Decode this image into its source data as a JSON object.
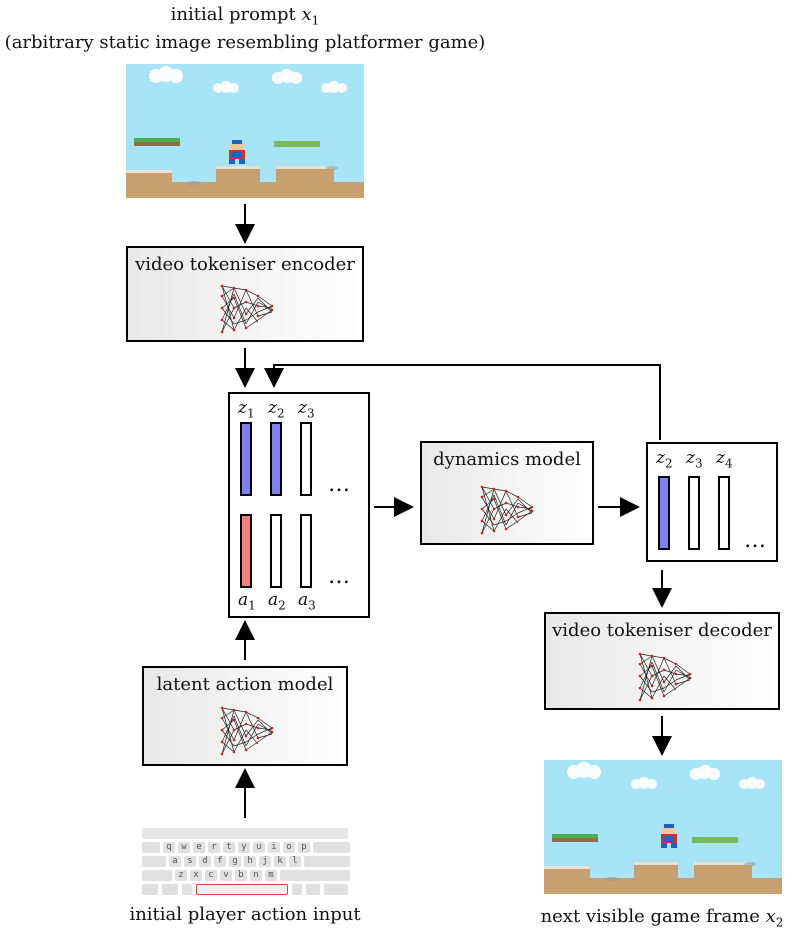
{
  "top_title_line1": "initial prompt",
  "top_title_var": "x",
  "top_title_sub": "1",
  "top_title_line2": "(arbitrary static image resembling platformer game)",
  "encoder_label": "video tokeniser encoder",
  "decoder_label": "video tokeniser decoder",
  "dynamics_label": "dynamics model",
  "lam_label": "latent action model",
  "bottom_left_label": "initial player action input",
  "bottom_right_label": "next visible game frame",
  "bottom_right_var": "x",
  "bottom_right_sub": "2",
  "tokens_in": {
    "z": [
      {
        "v": "z",
        "s": "1"
      },
      {
        "v": "z",
        "s": "2"
      },
      {
        "v": "z",
        "s": "3"
      }
    ],
    "a": [
      {
        "v": "a",
        "s": "1"
      },
      {
        "v": "a",
        "s": "2"
      },
      {
        "v": "a",
        "s": "3"
      }
    ]
  },
  "tokens_out": {
    "z": [
      {
        "v": "z",
        "s": "2"
      },
      {
        "v": "z",
        "s": "3"
      },
      {
        "v": "z",
        "s": "4"
      }
    ]
  },
  "ellipsis": "…",
  "keyboard": {
    "row1": [
      "q",
      "w",
      "e",
      "r",
      "t",
      "y",
      "u",
      "i",
      "o",
      "p"
    ],
    "row2": [
      "a",
      "s",
      "d",
      "f",
      "g",
      "h",
      "j",
      "k",
      "l"
    ],
    "row3": [
      "z",
      "x",
      "c",
      "v",
      "b",
      "n",
      "m"
    ]
  },
  "colors": {
    "z_token": "#8080f0",
    "a_token": "#f08080",
    "sky": "#a8e4f8",
    "ground": "#c8a070",
    "grass": "#4caf50",
    "space_key_border": "#e04040"
  }
}
